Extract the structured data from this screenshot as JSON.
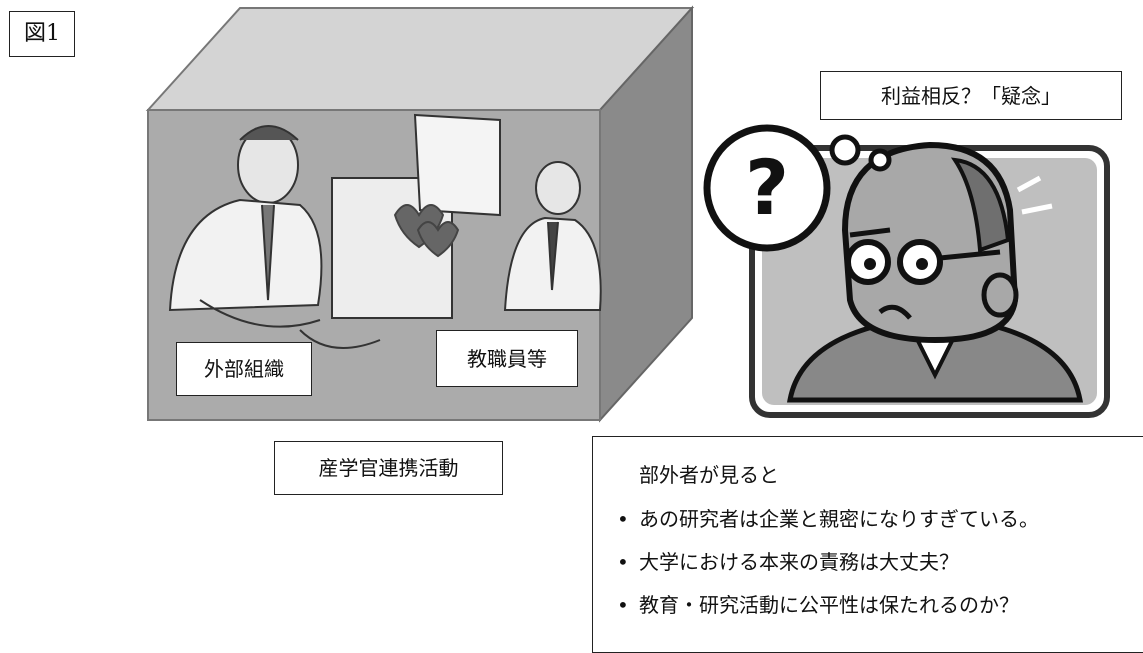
{
  "figure_label": "図1",
  "conflict_label": "利益相反？「疑念」",
  "box": {
    "left_label": "外部組織",
    "right_label": "教職員等",
    "caption": "産学官連携活動"
  },
  "outsider_view": {
    "heading": "部外者が見ると",
    "bullet_char": "•",
    "points": [
      "あの研究者は企業と親密になりすぎている。",
      "大学における本来の責務は大丈夫？",
      "教育・研究活動に公平性は保たれるのか？"
    ]
  },
  "question_mark": "?",
  "colors": {
    "box_front": "#aaaaaa",
    "box_top": "#d4d4d4",
    "box_side": "#888888",
    "cartoon_frame": "#333333",
    "cartoon_face": "#bbbbbb",
    "cartoon_hair": "#777777"
  },
  "icons": [
    "question-mark-icon",
    "worried-man-illustration",
    "handshake-men-illustration",
    "hearts-icon"
  ]
}
